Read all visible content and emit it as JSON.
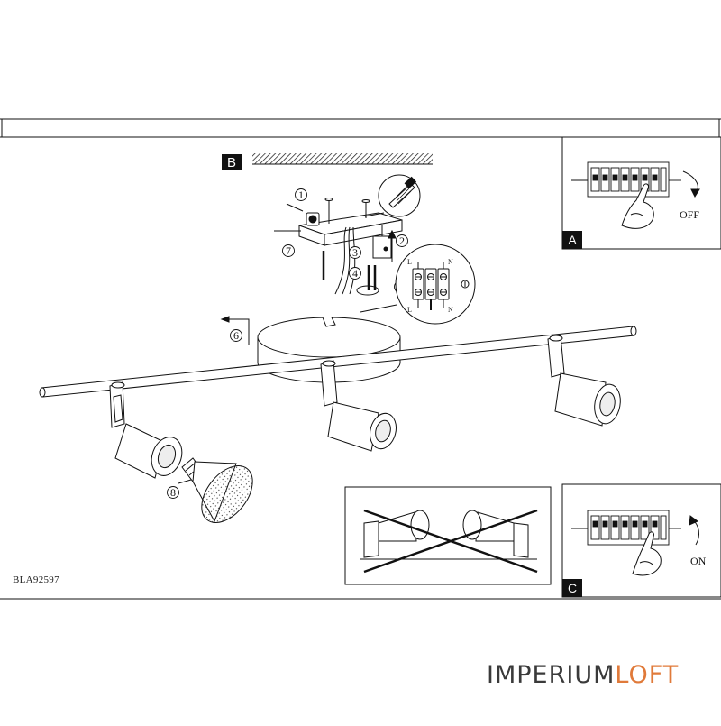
{
  "panels": {
    "main_label": "B",
    "off_panel_label": "A",
    "on_panel_label": "C",
    "off_text": "OFF",
    "on_text": "ON"
  },
  "steps": [
    "1",
    "2",
    "3",
    "4",
    "5",
    "6",
    "7",
    "8"
  ],
  "terminal_labels": {
    "top": [
      "L",
      "N"
    ],
    "bottom": [
      "L",
      "N"
    ]
  },
  "model_code": "BLA92597",
  "brand": {
    "part1": "IMPERIUM",
    "part2": "LOFT",
    "color_part1": "#3a3a3a",
    "color_part2": "#e07a3a"
  },
  "colors": {
    "line": "#111111",
    "panel_label_bg": "#111111",
    "panel_label_text": "#ffffff"
  }
}
